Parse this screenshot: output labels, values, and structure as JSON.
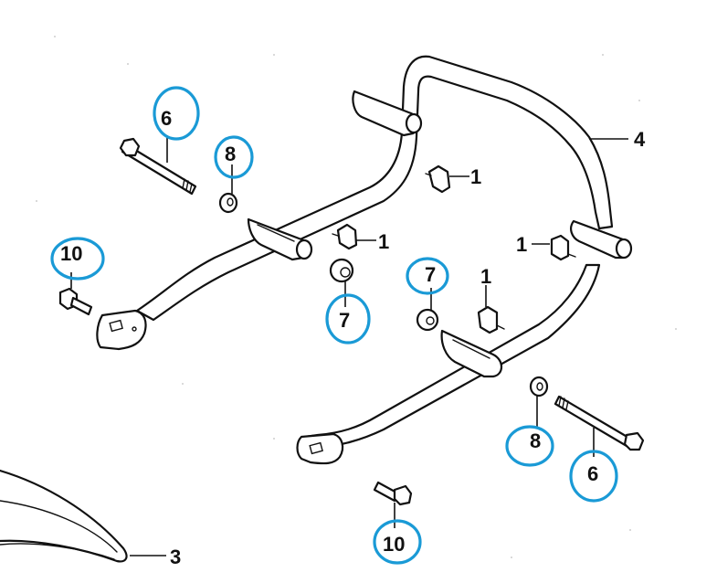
{
  "diagram": {
    "title": "Exploded parts view",
    "highlight_color": "#1a9ad6",
    "line_color": "#111111",
    "parts": [
      {
        "id": "bracket-clip",
        "label": "1"
      },
      {
        "id": "fender",
        "label": "3"
      },
      {
        "id": "grab-rail-frame",
        "label": "4"
      },
      {
        "id": "long-bolt",
        "label": "6"
      },
      {
        "id": "grommet-nut",
        "label": "7"
      },
      {
        "id": "washer",
        "label": "8"
      },
      {
        "id": "flange-bolt",
        "label": "10"
      }
    ],
    "callouts": {
      "c6_left": "6",
      "c8_left": "8",
      "c10_left": "10",
      "c7_left": "7",
      "c7_mid": "7",
      "c8_right": "8",
      "c6_right": "6",
      "c10_bottom": "10",
      "c1_a": "1",
      "c1_b": "1",
      "c1_c": "1",
      "c1_d": "1",
      "c4": "4",
      "c3": "3"
    }
  }
}
